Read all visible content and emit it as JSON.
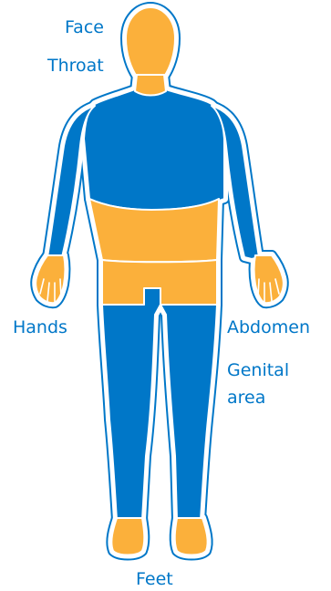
{
  "colors": {
    "body_blue": "#0077C8",
    "highlight_orange": "#FBB03B",
    "outline_white": "#ffffff",
    "label_blue": "#0077C8"
  },
  "labels": {
    "face": "Face",
    "throat": "Throat",
    "hands": "Hands",
    "abdomen": "Abdomen",
    "genital_line1": "Genital",
    "genital_line2": "area",
    "feet": "Feet"
  },
  "highlighted_regions": [
    "face",
    "throat",
    "hands",
    "abdomen",
    "genital-area",
    "feet"
  ]
}
